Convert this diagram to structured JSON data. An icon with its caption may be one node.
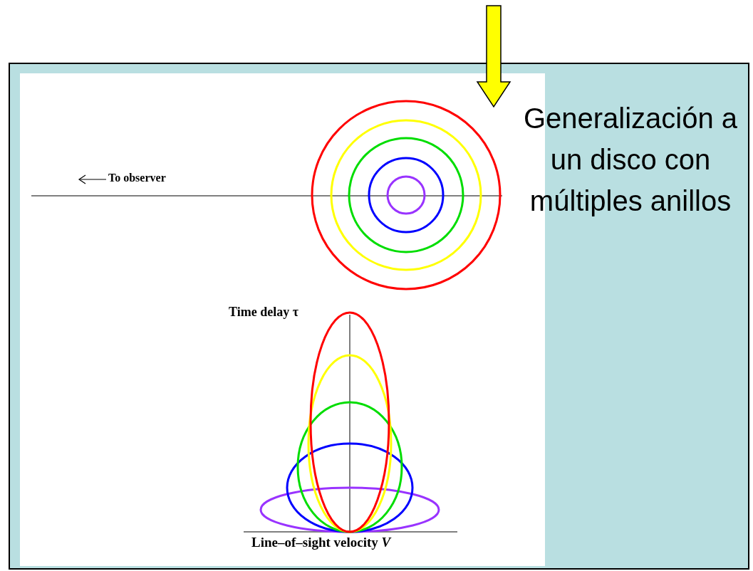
{
  "diagram": {
    "title": "Generalización a un disco con múltiples anillos",
    "labels": [
      "To observer",
      "Time delay τ",
      "Line–of–sight velocity *V*"
    ]
  }
}
